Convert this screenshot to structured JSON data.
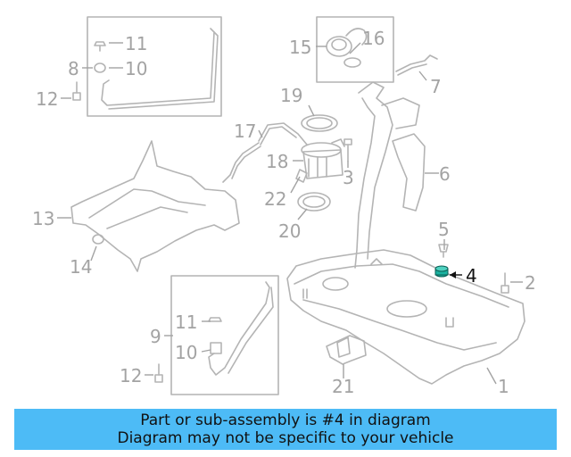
{
  "callouts": {
    "c1": "1",
    "c2": "2",
    "c3": "3",
    "c4": "4",
    "c5": "5",
    "c6": "6",
    "c7": "7",
    "c8": "8",
    "c9": "9",
    "c10a": "10",
    "c10b": "10",
    "c11a": "11",
    "c11b": "11",
    "c12a": "12",
    "c12b": "12",
    "c13": "13",
    "c14": "14",
    "c15": "15",
    "c16": "16",
    "c17": "17",
    "c18": "18",
    "c19": "19",
    "c20": "20",
    "c21": "21",
    "c22": "22"
  },
  "highlighted_part": "4",
  "colors": {
    "highlight_part": "#1ab2a0",
    "banner": "#4dbbf6",
    "line_art": "#b4b4b4"
  },
  "banner": {
    "line1": "Part or sub-assembly is #4 in diagram",
    "line2": "Diagram may not be specific to your vehicle"
  }
}
